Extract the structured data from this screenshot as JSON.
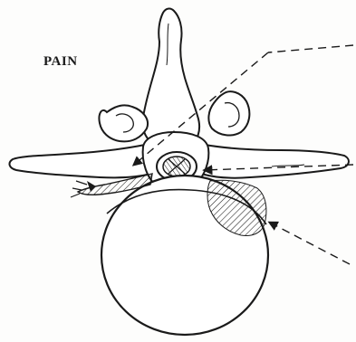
{
  "figure": {
    "label": "PAIN",
    "ink_color": "#1a1a1a",
    "paper_color": "#fdfdfc",
    "subject": "vertebra-axial-view",
    "pointers": [
      {
        "name": "leader-to-nerve-root",
        "style": "dashed"
      },
      {
        "name": "leader-to-spinal-canal",
        "style": "dashed"
      },
      {
        "name": "leader-to-disc-herniation",
        "style": "dashed"
      }
    ]
  }
}
